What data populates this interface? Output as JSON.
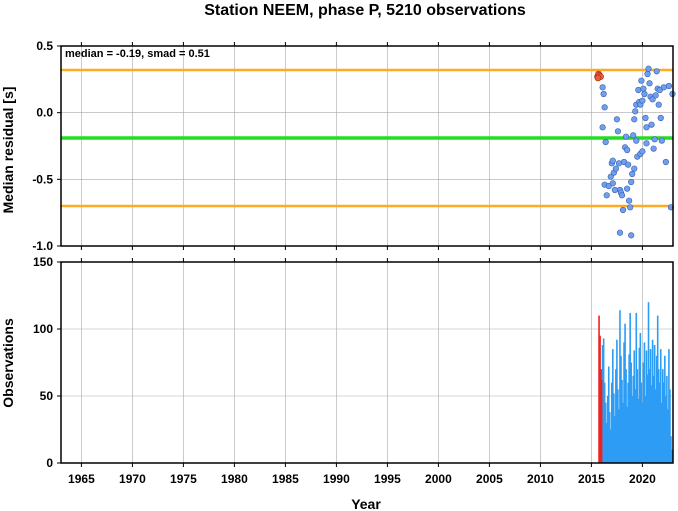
{
  "colors": {
    "median_line": "#22dd22",
    "smad_line": "#ffaa22",
    "point_normal": "#6f9ff0",
    "point_outlier": "#f05a3c",
    "bar_normal": "#2c9cf4",
    "bar_outlier": "#ee2222",
    "grid": "#a9a9a9"
  },
  "chart_data": [
    {
      "type": "scatter",
      "title": "Station NEEM, phase P, 5210 observations",
      "xlabel": "",
      "ylabel": "Median residual [s]",
      "annotation": "median = -0.19, smad = 0.51",
      "xlim": [
        1963,
        2023
      ],
      "ylim": [
        -1.0,
        0.5
      ],
      "yticks": [
        -1.0,
        -0.5,
        0.0,
        0.5
      ],
      "ytick_labels": [
        "-1.0",
        "-0.5",
        "0.0",
        "0.5"
      ],
      "grid": true,
      "median": -0.19,
      "upper_band": 0.32,
      "lower_band": -0.7,
      "outlier_points": [
        [
          2015.6,
          0.27
        ],
        [
          2015.7,
          0.29
        ],
        [
          2015.8,
          0.28
        ],
        [
          2015.9,
          0.27
        ],
        [
          2015.65,
          0.26
        ]
      ],
      "points": [
        [
          2016.1,
          0.19
        ],
        [
          2016.2,
          0.14
        ],
        [
          2016.3,
          0.04
        ],
        [
          2016.1,
          -0.11
        ],
        [
          2016.4,
          -0.22
        ],
        [
          2016.5,
          -0.62
        ],
        [
          2016.3,
          -0.54
        ],
        [
          2016.7,
          -0.55
        ],
        [
          2016.9,
          -0.48
        ],
        [
          2017.0,
          -0.38
        ],
        [
          2017.1,
          -0.53
        ],
        [
          2017.2,
          -0.45
        ],
        [
          2017.1,
          -0.36
        ],
        [
          2017.4,
          -0.42
        ],
        [
          2017.5,
          -0.05
        ],
        [
          2017.6,
          -0.14
        ],
        [
          2017.7,
          -0.38
        ],
        [
          2017.8,
          -0.58
        ],
        [
          2017.9,
          -0.6
        ],
        [
          2018.0,
          -0.62
        ],
        [
          2018.1,
          -0.73
        ],
        [
          2017.8,
          -0.9
        ],
        [
          2018.2,
          -0.37
        ],
        [
          2018.3,
          -0.26
        ],
        [
          2018.4,
          -0.18
        ],
        [
          2018.5,
          -0.28
        ],
        [
          2018.6,
          -0.39
        ],
        [
          2018.7,
          -0.66
        ],
        [
          2018.8,
          -0.71
        ],
        [
          2018.9,
          -0.52
        ],
        [
          2019.0,
          -0.46
        ],
        [
          2018.9,
          -0.92
        ],
        [
          2019.1,
          -0.17
        ],
        [
          2019.2,
          -0.05
        ],
        [
          2019.3,
          0.01
        ],
        [
          2019.4,
          -0.21
        ],
        [
          2019.5,
          -0.33
        ],
        [
          2019.4,
          0.06
        ],
        [
          2019.6,
          0.17
        ],
        [
          2019.7,
          0.08
        ],
        [
          2019.8,
          0.06
        ],
        [
          2019.9,
          0.24
        ],
        [
          2020.0,
          0.09
        ],
        [
          2020.1,
          0.18
        ],
        [
          2020.2,
          0.14
        ],
        [
          2020.3,
          -0.04
        ],
        [
          2020.4,
          -0.11
        ],
        [
          2020.5,
          0.29
        ],
        [
          2020.6,
          0.33
        ],
        [
          2020.7,
          0.22
        ],
        [
          2020.8,
          0.12
        ],
        [
          2020.9,
          -0.09
        ],
        [
          2021.0,
          0.1
        ],
        [
          2021.1,
          -0.27
        ],
        [
          2021.2,
          -0.2
        ],
        [
          2021.3,
          0.13
        ],
        [
          2021.4,
          0.31
        ],
        [
          2021.5,
          0.18
        ],
        [
          2021.6,
          0.06
        ],
        [
          2021.7,
          0.17
        ],
        [
          2021.8,
          -0.04
        ],
        [
          2021.9,
          -0.21
        ],
        [
          2022.1,
          0.19
        ],
        [
          2022.3,
          -0.37
        ],
        [
          2022.6,
          0.2
        ],
        [
          2022.8,
          -0.71
        ],
        [
          2022.95,
          0.14
        ],
        [
          2020.4,
          -0.23
        ],
        [
          2019.8,
          -0.31
        ],
        [
          2018.5,
          -0.57
        ],
        [
          2017.3,
          -0.58
        ],
        [
          2019.2,
          -0.42
        ],
        [
          2020.0,
          -0.29
        ]
      ]
    },
    {
      "type": "bar",
      "title": "",
      "xlabel": "Year",
      "ylabel": "Observations",
      "xlim": [
        1963,
        2023
      ],
      "ylim": [
        0,
        150
      ],
      "xticks": [
        1965,
        1970,
        1975,
        1980,
        1985,
        1990,
        1995,
        2000,
        2005,
        2010,
        2015,
        2020
      ],
      "xtick_labels": [
        "1965",
        "1970",
        "1975",
        "1980",
        "1985",
        "1990",
        "1995",
        "2000",
        "2005",
        "2010",
        "2015",
        "2020"
      ],
      "yticks": [
        0,
        50,
        100,
        150
      ],
      "ytick_labels": [
        "0",
        "50",
        "100",
        "150"
      ],
      "grid": true,
      "outlier_bars": [
        [
          2015.75,
          110
        ],
        [
          2015.85,
          95
        ],
        [
          2015.95,
          70
        ],
        [
          2016.0,
          62
        ]
      ],
      "bars": [
        [
          2016.1,
          88
        ],
        [
          2016.2,
          93
        ],
        [
          2016.3,
          60
        ],
        [
          2016.4,
          45
        ],
        [
          2016.5,
          30
        ],
        [
          2016.6,
          50
        ],
        [
          2016.7,
          72
        ],
        [
          2016.8,
          38
        ],
        [
          2016.9,
          25
        ],
        [
          2017.0,
          60
        ],
        [
          2017.1,
          85
        ],
        [
          2017.2,
          52
        ],
        [
          2017.3,
          35
        ],
        [
          2017.4,
          70
        ],
        [
          2017.5,
          92
        ],
        [
          2017.6,
          55
        ],
        [
          2017.7,
          40
        ],
        [
          2017.8,
          114
        ],
        [
          2017.9,
          80
        ],
        [
          2018.0,
          62
        ],
        [
          2018.1,
          45
        ],
        [
          2018.2,
          90
        ],
        [
          2018.3,
          104
        ],
        [
          2018.4,
          70
        ],
        [
          2018.5,
          42
        ],
        [
          2018.6,
          60
        ],
        [
          2018.7,
          81
        ],
        [
          2018.8,
          112
        ],
        [
          2018.9,
          75
        ],
        [
          2019.0,
          50
        ],
        [
          2019.1,
          65
        ],
        [
          2019.2,
          84
        ],
        [
          2019.3,
          55
        ],
        [
          2019.4,
          112
        ],
        [
          2019.5,
          70
        ],
        [
          2019.6,
          48
        ],
        [
          2019.7,
          86
        ],
        [
          2019.8,
          97
        ],
        [
          2019.9,
          60
        ],
        [
          2020.0,
          45
        ],
        [
          2020.1,
          75
        ],
        [
          2020.2,
          90
        ],
        [
          2020.3,
          50
        ],
        [
          2020.4,
          84
        ],
        [
          2020.5,
          66
        ],
        [
          2020.6,
          120
        ],
        [
          2020.7,
          70
        ],
        [
          2020.8,
          85
        ],
        [
          2020.9,
          58
        ],
        [
          2021.0,
          92
        ],
        [
          2021.1,
          65
        ],
        [
          2021.2,
          88
        ],
        [
          2021.3,
          55
        ],
        [
          2021.4,
          80
        ],
        [
          2021.5,
          110
        ],
        [
          2021.6,
          70
        ],
        [
          2021.7,
          60
        ],
        [
          2021.8,
          85
        ],
        [
          2021.9,
          45
        ],
        [
          2022.0,
          70
        ],
        [
          2022.1,
          60
        ],
        [
          2022.2,
          80
        ],
        [
          2022.3,
          50
        ],
        [
          2022.4,
          65
        ],
        [
          2022.5,
          40
        ],
        [
          2022.6,
          85
        ],
        [
          2022.7,
          55
        ],
        [
          2022.8,
          20
        ],
        [
          2022.9,
          10
        ]
      ]
    }
  ]
}
